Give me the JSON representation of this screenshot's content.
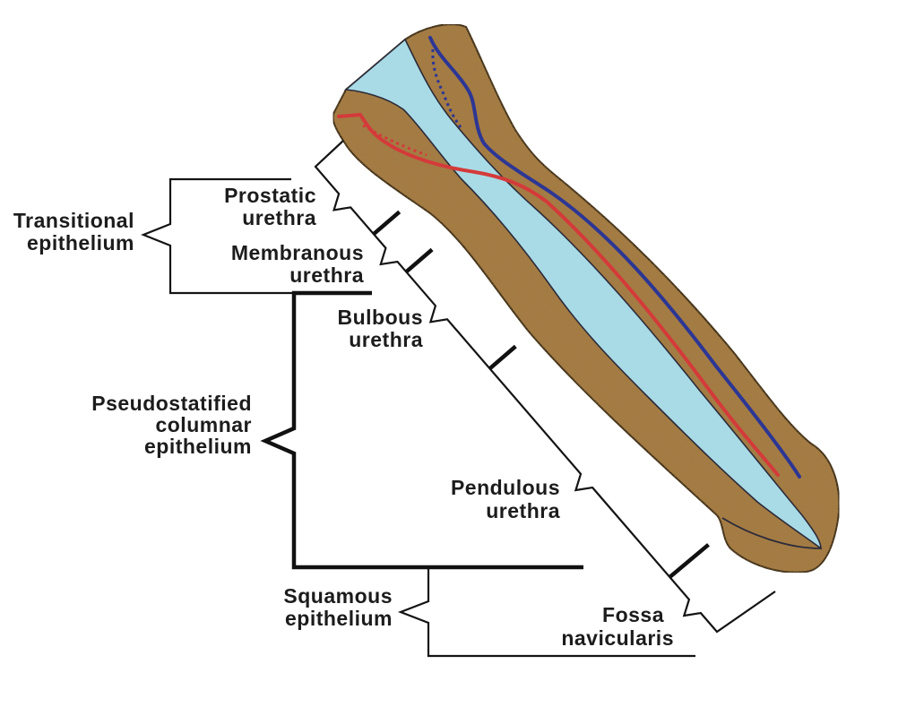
{
  "epithelium_labels": {
    "transitional": {
      "line1": "Transitional",
      "line2": "epithelium"
    },
    "pseudostratified": {
      "line1": "Pseudostatified",
      "line2": "columnar",
      "line3": "epithelium"
    },
    "squamous": {
      "line1": "Squamous",
      "line2": "epithelium"
    }
  },
  "urethra_segments": {
    "prostatic": {
      "line1": "Prostatic",
      "line2": "urethra"
    },
    "membranous": {
      "line1": "Membranous",
      "line2": "urethra"
    },
    "bulbous": {
      "line1": "Bulbous",
      "line2": "urethra"
    },
    "pendulous": {
      "line1": "Pendulous",
      "line2": "urethra"
    },
    "fossa_navicularis": {
      "line1": "Fossa",
      "line2": "navicularis"
    }
  },
  "colors": {
    "tissue": "#a67c42",
    "lumen": "#a9dbe6",
    "vessel_blue": "#2c3694",
    "vessel_red": "#d43a3a"
  }
}
